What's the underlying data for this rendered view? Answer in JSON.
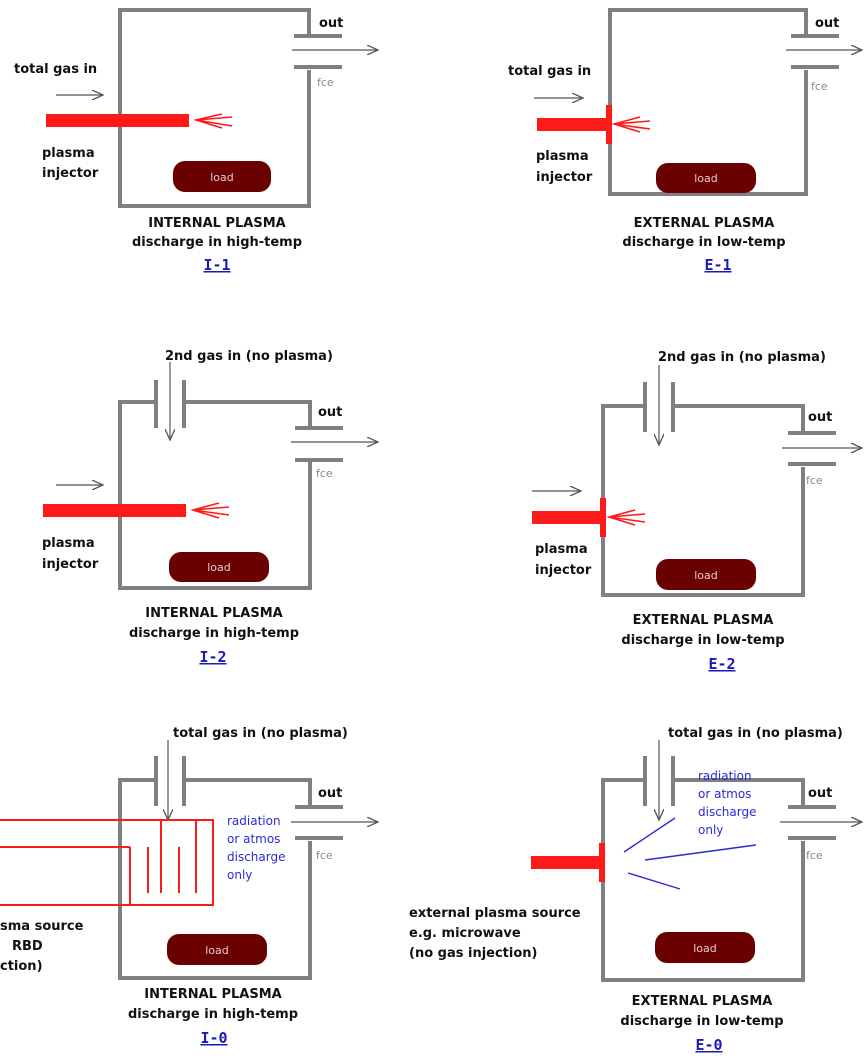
{
  "common": {
    "out_label": "out",
    "fce_label": "fce",
    "load_label": "load",
    "colors": {
      "wall": "#808080",
      "plasma": "#ff1a1a",
      "load": "#6b0000",
      "text": "#111111",
      "blue_text": "#2a2ad6",
      "link": "#1a1ab8"
    }
  },
  "panel_i1": {
    "gas_in": "total gas in",
    "injector_line1": "plasma",
    "injector_line2": "injector",
    "caption1": "INTERNAL PLASMA",
    "caption2": "discharge in high-temp",
    "link": "I-1"
  },
  "panel_e1": {
    "gas_in": "total gas in",
    "injector_line1": "plasma",
    "injector_line2": "injector",
    "caption1": "EXTERNAL PLASMA",
    "caption2": "discharge in low-temp",
    "link": "E-1"
  },
  "panel_i2": {
    "top_gas": "2nd gas in (no plasma)",
    "injector_line1": "plasma",
    "injector_line2": "injector",
    "caption1": "INTERNAL PLASMA",
    "caption2": "discharge in high-temp",
    "link": "I-2"
  },
  "panel_e2": {
    "top_gas": "2nd gas in (no plasma)",
    "injector_line1": "plasma",
    "injector_line2": "injector",
    "caption1": "EXTERNAL PLASMA",
    "caption2": "discharge in low-temp",
    "link": "E-2"
  },
  "panel_i0": {
    "top_gas": "total gas in (no plasma)",
    "radiation1": "radiation",
    "radiation2": "or atmos",
    "radiation3": "discharge",
    "radiation4": "only",
    "source1": "sma source",
    "source2": "RBD",
    "source3": "ction)",
    "caption1": "INTERNAL PLASMA",
    "caption2": "discharge in high-temp",
    "link": "I-0"
  },
  "panel_e0": {
    "top_gas": "total gas in (no plasma)",
    "radiation1": "radiation",
    "radiation2": "or atmos",
    "radiation3": "discharge",
    "radiation4": "only",
    "source1": "external plasma source",
    "source2": "e.g. microwave",
    "source3": "(no gas injection)",
    "caption1": "EXTERNAL PLASMA",
    "caption2": "discharge in low-temp",
    "link": "E-0"
  }
}
